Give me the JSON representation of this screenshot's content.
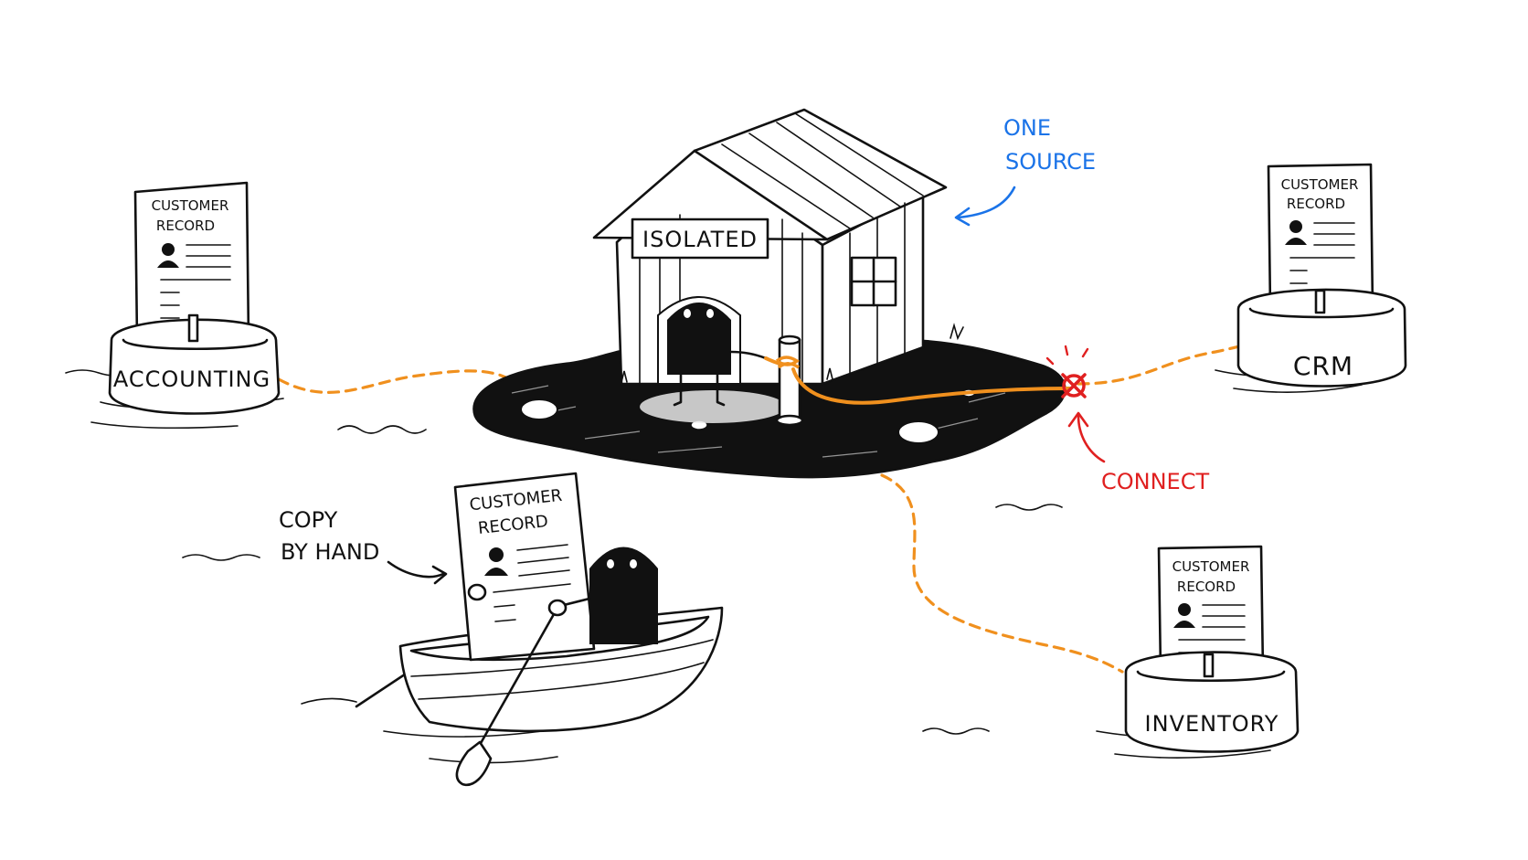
{
  "house": {
    "sign": "ISOLATED"
  },
  "annotations": {
    "one_source_line1": "ONE",
    "one_source_line2": "SOURCE",
    "connect": "CONNECT",
    "copy_line1": "COPY",
    "copy_line2": "BY HAND"
  },
  "buoys": {
    "accounting": {
      "label": "ACCOUNTING",
      "doc_line1": "CUSTOMER",
      "doc_line2": "RECORD"
    },
    "crm": {
      "label": "CRM",
      "doc_line1": "CUSTOMER",
      "doc_line2": "RECORD"
    },
    "inventory": {
      "label": "INVENTORY",
      "doc_line1": "CUSTOMER",
      "doc_line2": "RECORD"
    }
  },
  "boat": {
    "doc_line1": "CUSTOMER",
    "doc_line2": "RECORD"
  },
  "colors": {
    "ink": "#111111",
    "dashed_link": "#f0901e",
    "rope": "#f0901e",
    "annotation_blue": "#1a73e8",
    "annotation_red": "#e02020"
  }
}
